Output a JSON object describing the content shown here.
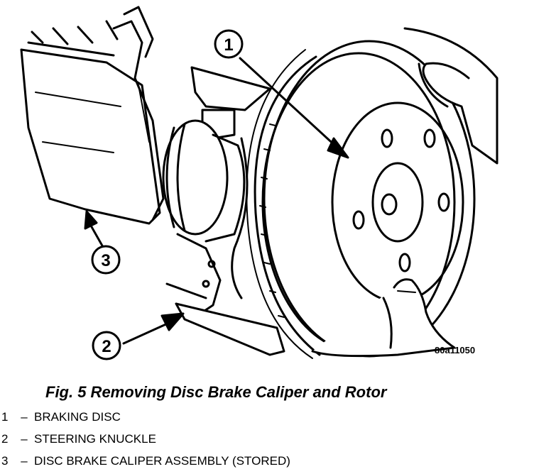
{
  "figure": {
    "callouts": [
      {
        "number": "1"
      },
      {
        "number": "2"
      },
      {
        "number": "3"
      }
    ],
    "code": "80a11050"
  },
  "caption": "Fig. 5 Removing Disc Brake Caliper and Rotor",
  "legend": [
    {
      "number": "1",
      "dash": "–",
      "text": "BRAKING DISC"
    },
    {
      "number": "2",
      "dash": "–",
      "text": "STEERING KNUCKLE"
    },
    {
      "number": "3",
      "dash": "–",
      "text": "DISC BRAKE CALIPER ASSEMBLY (STORED)"
    }
  ]
}
